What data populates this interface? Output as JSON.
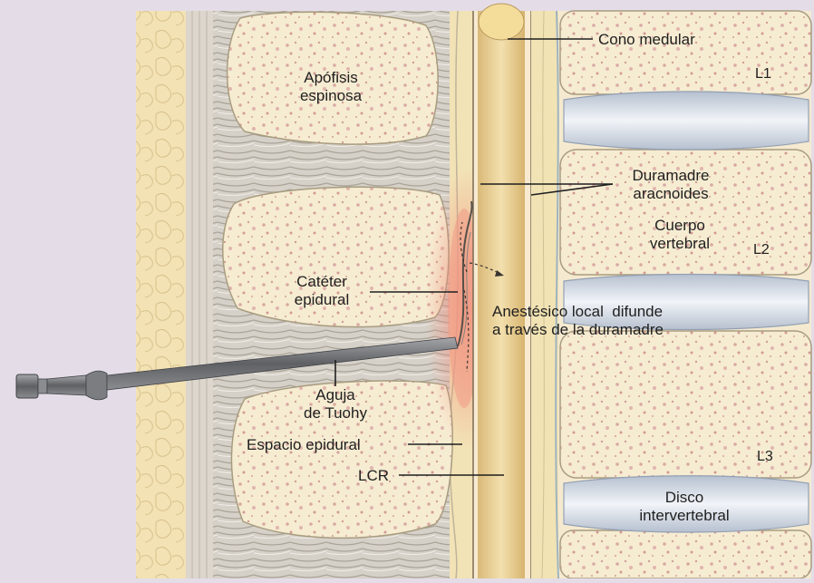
{
  "labels": {
    "cono_medular": "Cono medular",
    "l1": "L1",
    "apofisis_1": "Apófisis",
    "apofisis_2": "espinosa",
    "duramadre_1": "Duramadre",
    "duramadre_2": "aracnoides",
    "cuerpo_1": "Cuerpo",
    "cuerpo_2": "vertebral",
    "l2": "L2",
    "cateter_1": "Catéter",
    "cateter_2": "epidural",
    "anestesico_1": "Anestésico local  difunde",
    "anestesico_2": "a través de la duramadre",
    "aguja_1": "Aguja",
    "aguja_2": "de Tuohy",
    "espacio": "Espacio epidural",
    "l3": "L3",
    "lcr": "LCR",
    "disco_1": "Disco",
    "disco_2": "intervertebral"
  },
  "colors": {
    "background": "#e4dde8",
    "bone": "#f6ecd2",
    "bone_outline": "#a89c80",
    "ligament": "#c9c3b8",
    "spinal_cord": "#e9d29a",
    "disc": "#d9e0ea",
    "anesthetic": "#f3a08f",
    "needle": "#6f7175"
  }
}
